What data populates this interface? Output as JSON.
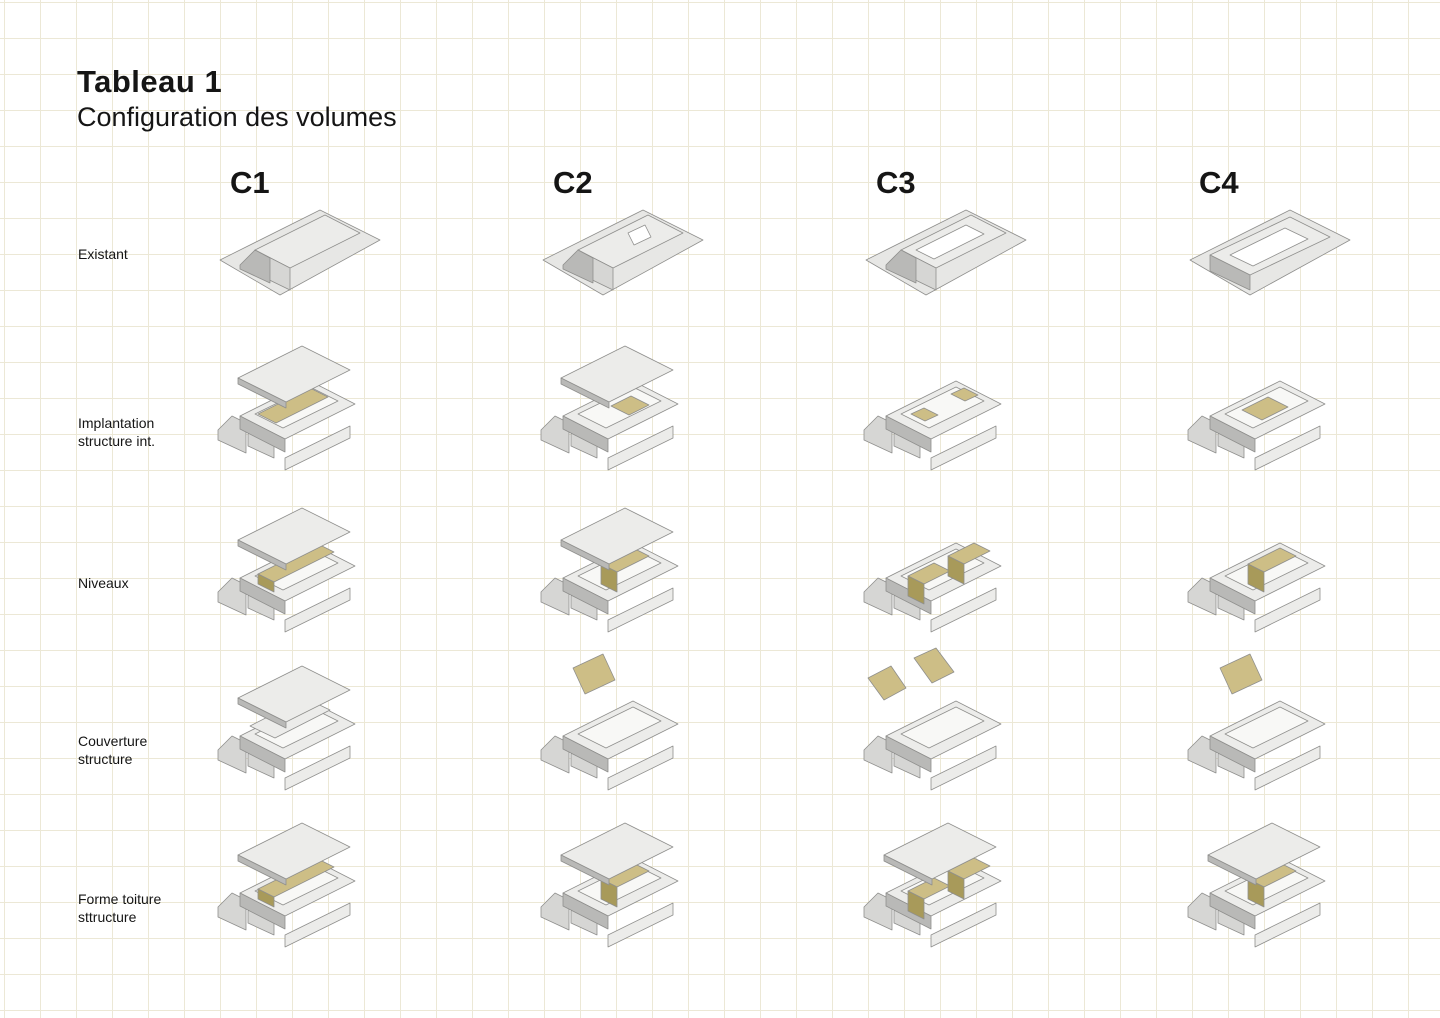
{
  "title": "Tableau 1",
  "subtitle": "Configuration des volumes",
  "columns": [
    "C1",
    "C2",
    "C3",
    "C4"
  ],
  "rows": [
    {
      "label_lines": [
        "Existant"
      ]
    },
    {
      "label_lines": [
        "Implantation",
        "structure int."
      ]
    },
    {
      "label_lines": [
        "Niveaux"
      ]
    },
    {
      "label_lines": [
        "Couverture",
        "structure"
      ]
    },
    {
      "label_lines": [
        "Forme toiture",
        "sttructure"
      ]
    }
  ],
  "colors": {
    "grid": "#ece8d6",
    "volume_light": "#ececea",
    "volume_mid": "#d6d6d4",
    "volume_dark": "#b9b9b7",
    "edge": "#8f8f8d",
    "accent_top": "#cdbe86",
    "accent_side": "#a89a5a",
    "shadow": "#e7e7e5"
  }
}
